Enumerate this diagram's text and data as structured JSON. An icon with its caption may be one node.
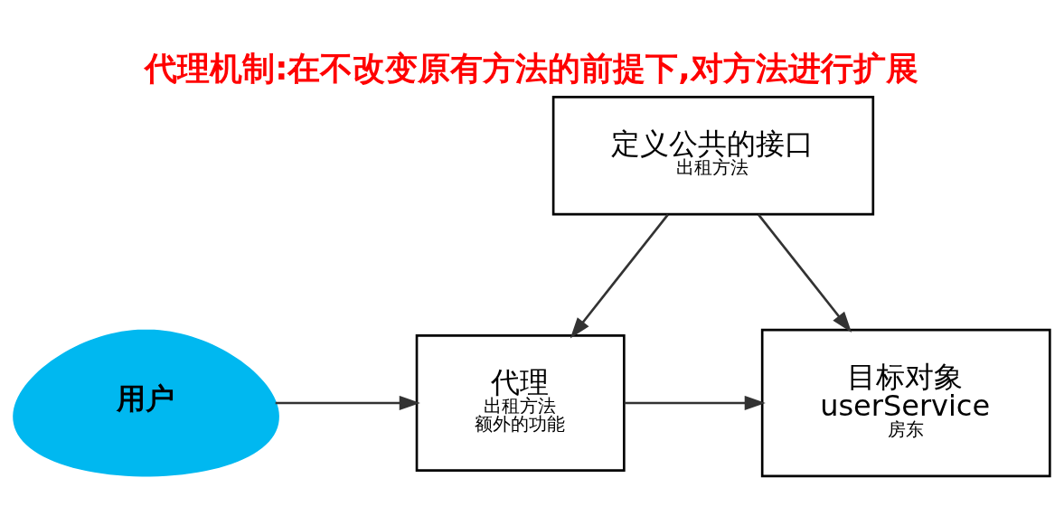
{
  "diagram": {
    "title": "代理机制:在不改变原有方法的前提下,对方法进行扩展",
    "nodes": [
      {
        "text": [
          "定义公共的接口",
          "出租方法"
        ]
      },
      {
        "text": [
          "用户"
        ]
      },
      {
        "text": [
          "代理",
          "出租方法",
          "额外的功能"
        ]
      },
      {
        "text": [
          "目标对象",
          "userService",
          "房东"
        ]
      }
    ],
    "edges": [
      {
        "from": 0,
        "to": 2,
        "arrow": "to"
      },
      {
        "from": 0,
        "to": 3,
        "arrow": "to"
      },
      {
        "from": 1,
        "to": 2,
        "arrow": "to"
      },
      {
        "from": 2,
        "to": 3,
        "arrow": "to"
      }
    ]
  }
}
